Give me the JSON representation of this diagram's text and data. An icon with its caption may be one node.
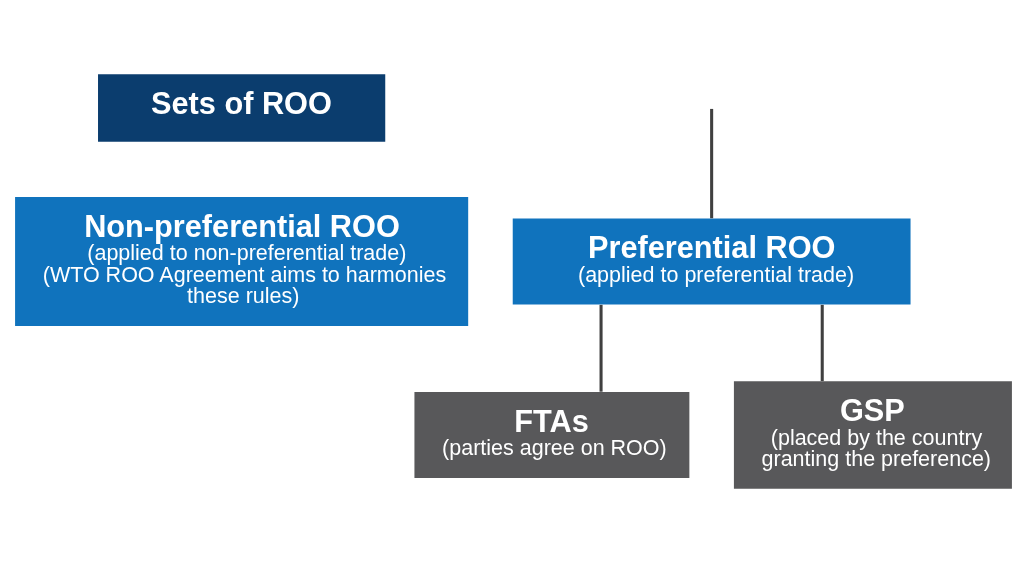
{
  "diagram": {
    "nodes": [
      {
        "text": [
          "Sets of ROO"
        ]
      },
      {
        "text": [
          "Non-preferential ROO",
          "(applied to non-preferential trade) (WTO ROO Agreement aims to harmonies these rules)"
        ]
      },
      {
        "text": [
          "Preferential ROO",
          "(applied to preferential trade)"
        ]
      },
      {
        "text": [
          "FTAs",
          "(parties agree on ROO)"
        ]
      },
      {
        "text": [
          "GSP",
          "(placed by the country granting the preference)"
        ]
      }
    ],
    "edges": [
      {
        "from": null,
        "to": 2,
        "arrow": "none"
      },
      {
        "from": 2,
        "to": 3,
        "arrow": "none"
      },
      {
        "from": 2,
        "to": 4,
        "arrow": "none"
      }
    ]
  }
}
